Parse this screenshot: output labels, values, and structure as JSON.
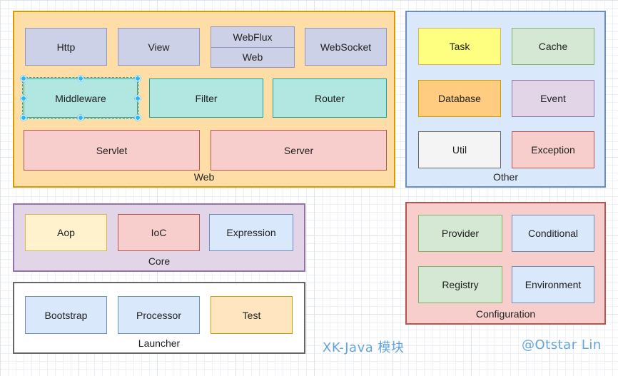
{
  "diagram": {
    "caption": "XK-Java 模块",
    "credit": "@Otstar Lin",
    "colors": {
      "caption_text": "#64a3dc",
      "selection_handle": "#29b6f2",
      "web_group_fill": "#ffdda6",
      "web_group_stroke": "#d79b00",
      "other_group_fill": "#dae8fc",
      "other_group_stroke": "#6c8ebf",
      "core_group_fill": "#e1d5e7",
      "core_group_stroke": "#9673a6",
      "launcher_group_fill": "#ffffff",
      "launcher_group_stroke": "#666666",
      "configuration_group_fill": "#f8cecc",
      "configuration_group_stroke": "#b85450"
    },
    "groups": {
      "web": {
        "label": "Web",
        "boxes": {
          "http": "Http",
          "view": "View",
          "webflux": "WebFlux",
          "web": "Web",
          "websocket": "WebSocket",
          "middleware": "Middleware",
          "filter": "Filter",
          "router": "Router",
          "servlet": "Servlet",
          "server": "Server"
        }
      },
      "other": {
        "label": "Other",
        "boxes": {
          "task": "Task",
          "cache": "Cache",
          "database": "Database",
          "event": "Event",
          "util": "Util",
          "exception": "Exception"
        }
      },
      "core": {
        "label": "Core",
        "boxes": {
          "aop": "Aop",
          "ioc": "IoC",
          "expression": "Expression"
        }
      },
      "launcher": {
        "label": "Launcher",
        "boxes": {
          "bootstrap": "Bootstrap",
          "processor": "Processor",
          "test": "Test"
        }
      },
      "configuration": {
        "label": "Configuration",
        "boxes": {
          "provider": "Provider",
          "conditional": "Conditional",
          "registry": "Registry",
          "environment": "Environment"
        }
      }
    }
  }
}
